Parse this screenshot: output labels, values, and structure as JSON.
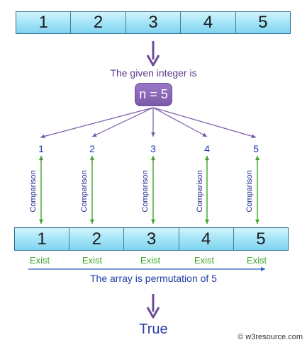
{
  "top_array": [
    "1",
    "2",
    "3",
    "4",
    "5"
  ],
  "given_label": "The given integer is",
  "n_label": "n = 5",
  "numbers": [
    "1",
    "2",
    "3",
    "4",
    "5"
  ],
  "comparison_label": "Comparison",
  "bottom_array": [
    "1",
    "2",
    "3",
    "4",
    "5"
  ],
  "exist_label": "Exist",
  "permutation_label": "The array is permutation of 5",
  "result": "True",
  "credit": "© w3resource.com",
  "colors": {
    "array_fill": "#a8e6f8",
    "purple": "#7b59a9",
    "arrow_purple": "#7a5aa8",
    "green": "#3fa52a",
    "blue": "#1f35b5"
  }
}
